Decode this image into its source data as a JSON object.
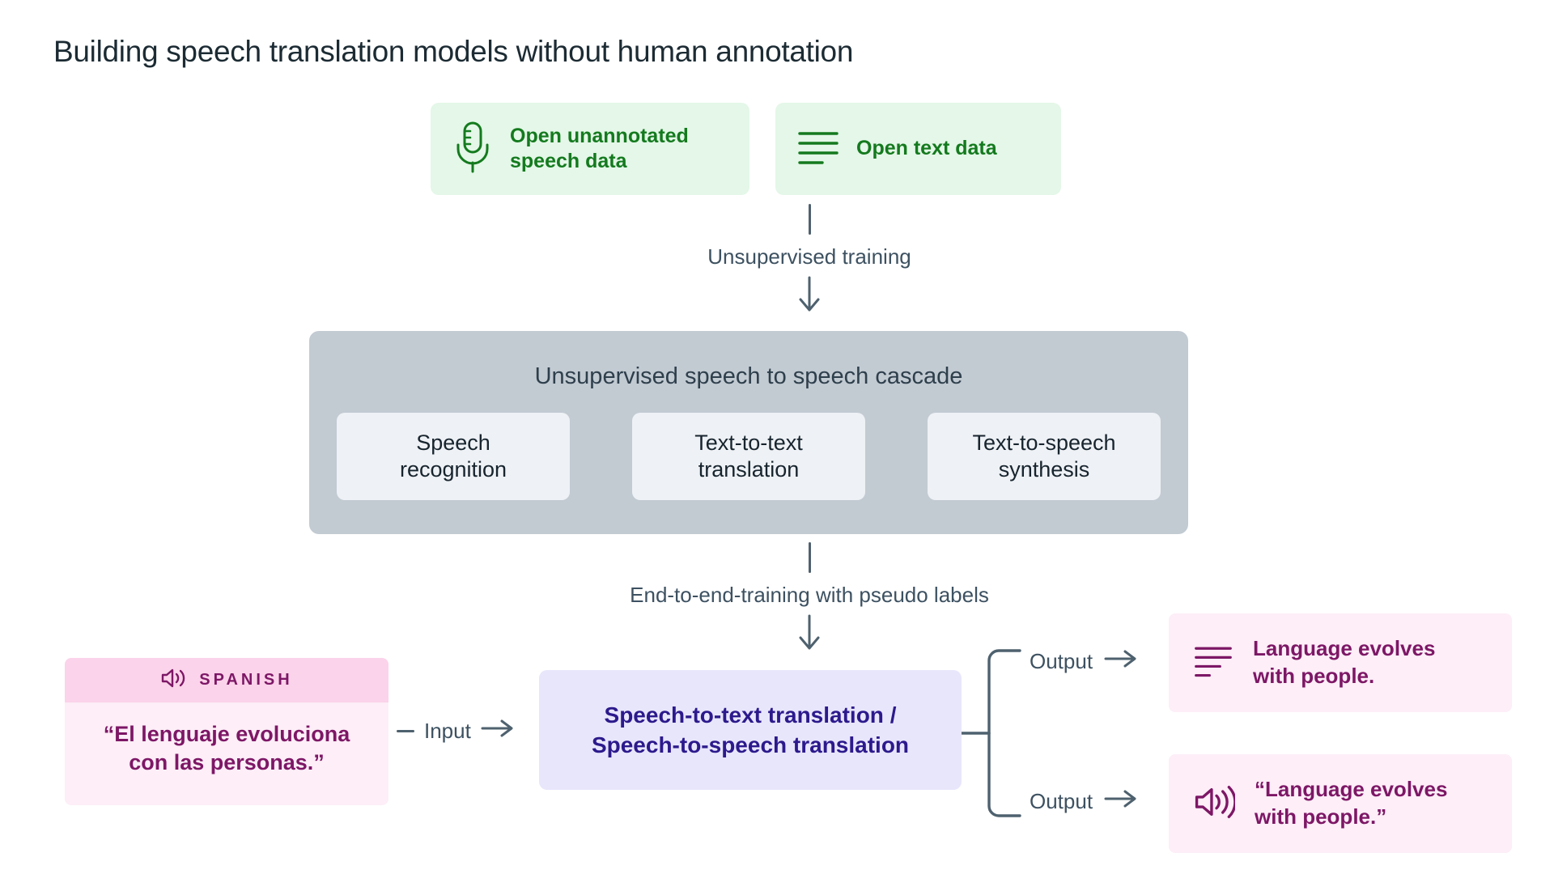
{
  "title": "Building speech translation models without human annotation",
  "colors": {
    "green_bg": "#e4f7e8",
    "green_fg": "#147a1e",
    "gray_panel": "#c2cad2",
    "gray_card": "#eef1f5",
    "slate_text": "#3d5161",
    "pink_bg": "#fdeef7",
    "pink_header": "#fbd3ea",
    "magenta_fg": "#7d1766",
    "purple_bg": "#e8e6fb",
    "purple_fg": "#2c1a8c"
  },
  "sources": [
    {
      "id": "open-unannotated-speech-data",
      "icon": "microphone-icon",
      "label": "Open unannotated\nspeech data"
    },
    {
      "id": "open-text-data",
      "icon": "text-lines-icon",
      "label": "Open text data"
    }
  ],
  "connectors": {
    "unsupervised_training": "Unsupervised training",
    "end_to_end_training": "End-to-end-training with pseudo labels",
    "input": "Input",
    "output_1": "Output",
    "output_2": "Output"
  },
  "cascade": {
    "title": "Unsupervised speech to speech cascade",
    "cards": [
      {
        "id": "speech-recognition",
        "label": "Speech\nrecognition"
      },
      {
        "id": "text-to-text-translation",
        "label": "Text-to-text\ntranslation"
      },
      {
        "id": "text-to-speech-synthesis",
        "label": "Text-to-speech\nsynthesis"
      }
    ]
  },
  "input_sample": {
    "language": "SPANISH",
    "icon": "speaker-wave-icon",
    "quote": "“El lenguaje evoluciona\ncon las personas.”"
  },
  "model": {
    "label": "Speech-to-text translation /\nSpeech-to-speech translation"
  },
  "outputs": [
    {
      "id": "text-output",
      "icon": "text-lines-icon",
      "text": "Language evolves\nwith people."
    },
    {
      "id": "speech-output",
      "icon": "speaker-wave-icon",
      "text": "“Language evolves\nwith people.”"
    }
  ]
}
